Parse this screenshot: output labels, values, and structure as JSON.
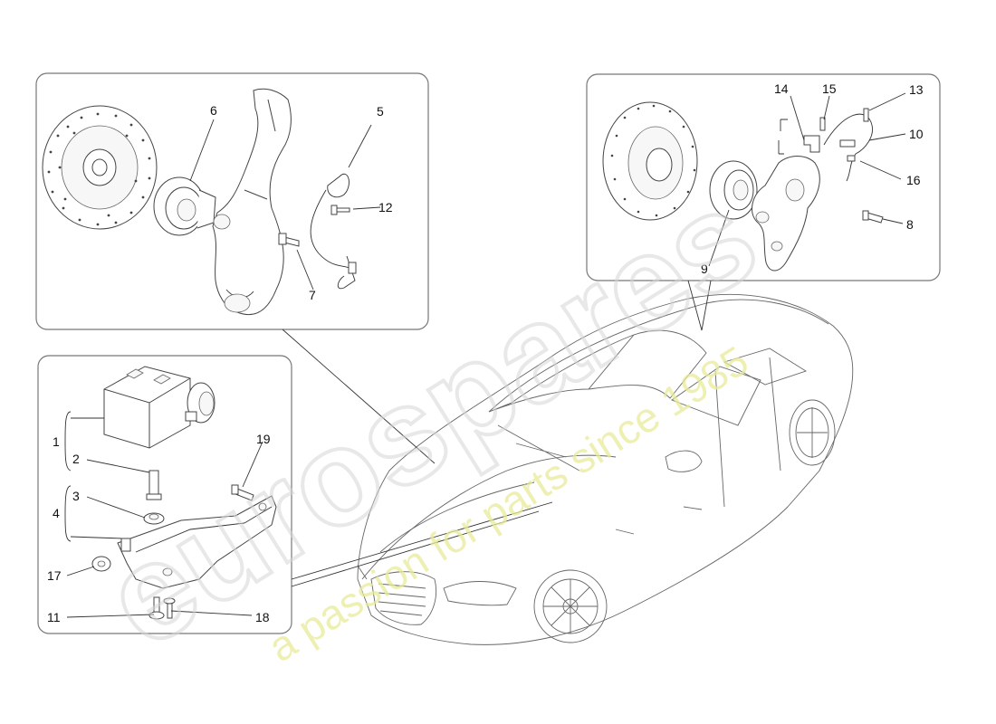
{
  "diagram": {
    "callouts": {
      "c1": "1",
      "c2": "2",
      "c3": "3",
      "c4": "4",
      "c5": "5",
      "c6": "6",
      "c7": "7",
      "c8": "8",
      "c9": "9",
      "c10": "10",
      "c11": "11",
      "c12": "12",
      "c13": "13",
      "c14": "14",
      "c15": "15",
      "c16": "16",
      "c17": "17",
      "c18": "18",
      "c19": "19"
    }
  },
  "watermark": {
    "brand": "eurospares",
    "tagline": "a passion for parts since 1985"
  }
}
